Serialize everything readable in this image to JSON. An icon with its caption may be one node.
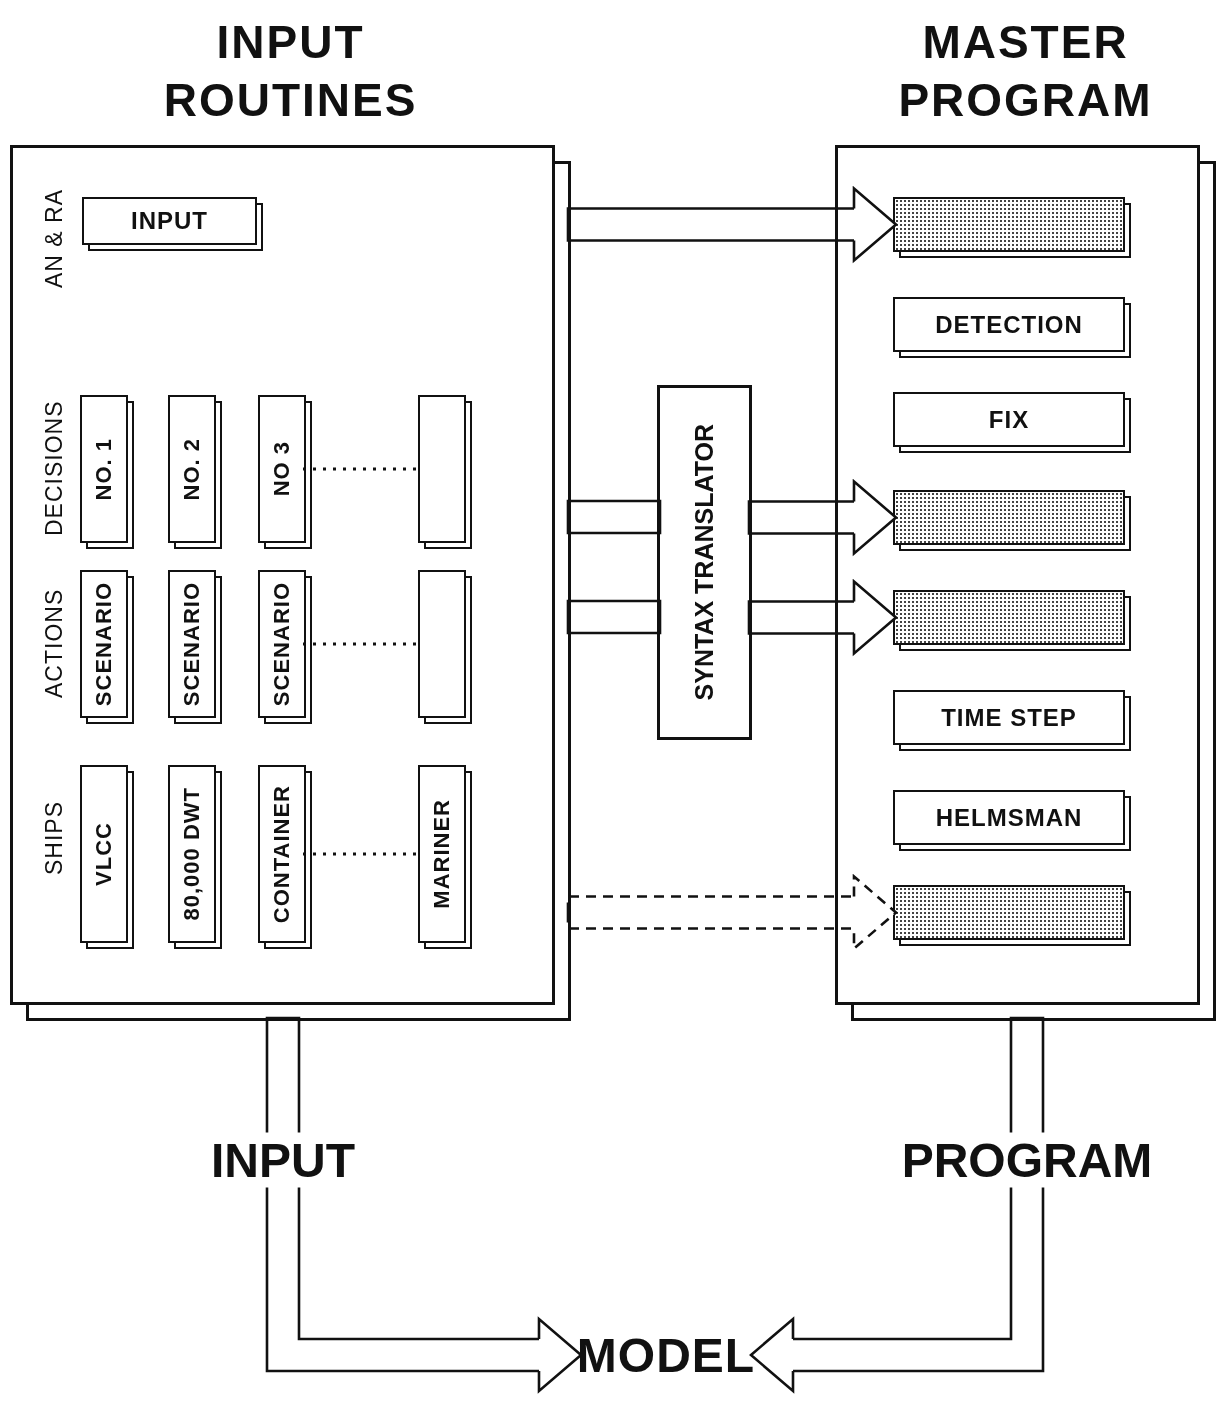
{
  "diagram": {
    "nodes": [
      {
        "text": [
          "INPUT ROUTINES"
        ]
      },
      {
        "text": [
          "INPUT"
        ],
        "in": 0
      },
      {
        "text": [
          "NO. 1"
        ],
        "in": 0
      },
      {
        "text": [
          "NO. 2"
        ],
        "in": 0
      },
      {
        "text": [
          "NO 3"
        ],
        "in": 0
      },
      {
        "text": [],
        "shape": "box",
        "in": 0
      },
      {
        "text": [
          "SCENARIO"
        ],
        "in": 0
      },
      {
        "text": [
          "SCENARIO"
        ],
        "in": 0
      },
      {
        "text": [
          "SCENARIO"
        ],
        "in": 0
      },
      {
        "text": [],
        "shape": "box",
        "in": 0
      },
      {
        "text": [
          "VLCC"
        ],
        "in": 0
      },
      {
        "text": [
          "80,000 DWT"
        ],
        "in": 0
      },
      {
        "text": [
          "CONTAINER"
        ],
        "in": 0
      },
      {
        "text": [
          "MARINER"
        ],
        "in": 0
      },
      {
        "text": [
          "SYNTAX TRANSLATOR"
        ]
      },
      {
        "text": [
          "MASTER PROGRAM"
        ]
      },
      {
        "text": [],
        "shape": "box",
        "in": 15
      },
      {
        "text": [
          "DETECTION"
        ],
        "in": 15
      },
      {
        "text": [
          "FIX"
        ],
        "in": 15
      },
      {
        "text": [],
        "shape": "box",
        "in": 15
      },
      {
        "text": [],
        "shape": "box",
        "in": 15
      },
      {
        "text": [
          "TIME STEP"
        ],
        "in": 15
      },
      {
        "text": [
          "HELMSMAN"
        ],
        "in": 15
      },
      {
        "text": [],
        "shape": "box",
        "in": 15
      },
      {
        "text": [
          "MODEL"
        ]
      }
    ],
    "edges": [
      {
        "from": 0,
        "to": 16,
        "arrow": "to"
      },
      {
        "from": 0,
        "to": 14,
        "arrow": "none"
      },
      {
        "from": 14,
        "to": 19,
        "arrow": "to"
      },
      {
        "from": 0,
        "to": 14,
        "arrow": "none"
      },
      {
        "from": 14,
        "to": 20,
        "arrow": "to"
      },
      {
        "from": 0,
        "to": 23,
        "arrow": "to",
        "style": "dashed"
      },
      {
        "from": 0,
        "to": 24,
        "arrow": "to",
        "label": "INPUT"
      },
      {
        "from": 15,
        "to": 24,
        "arrow": "to",
        "label": "PROGRAM"
      },
      {
        "from": 4,
        "to": 5,
        "arrow": "none",
        "style": "dashed"
      },
      {
        "from": 8,
        "to": 9,
        "arrow": "none",
        "style": "dashed"
      },
      {
        "from": 12,
        "to": 13,
        "arrow": "none",
        "style": "dashed"
      }
    ],
    "labels": [
      "AN & RA",
      "DECISIONS",
      "ACTIONS",
      "SHIPS"
    ]
  }
}
